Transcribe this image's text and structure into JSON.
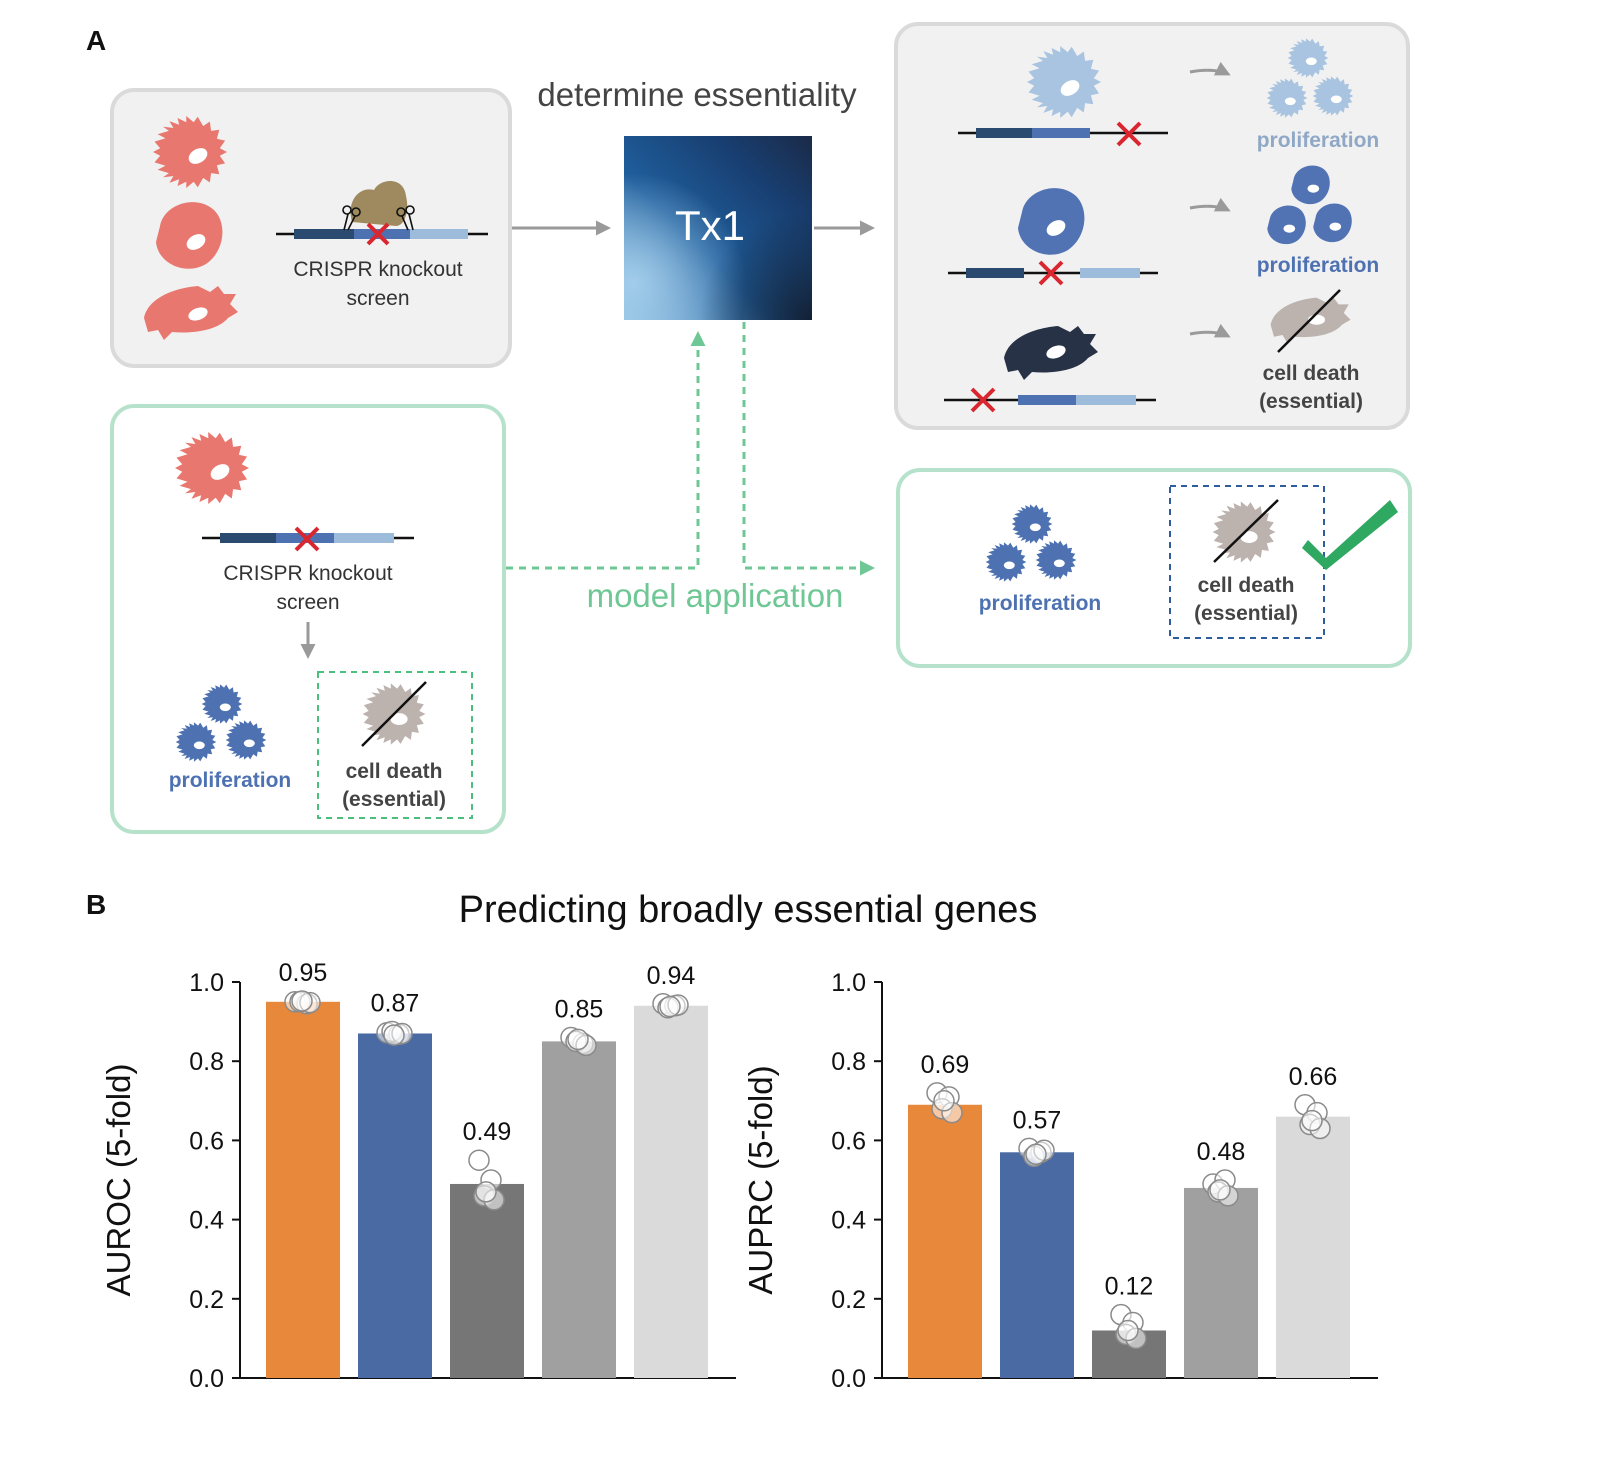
{
  "panel_a": {
    "label": "A",
    "top_label": "determine essentiality",
    "model_name": "Tx1",
    "crispr_line1": "CRISPR knockout",
    "crispr_line2": "screen",
    "app_label": "model application",
    "outcome_proliferation": "proliferation",
    "outcome_death_line1": "cell death",
    "outcome_death_line2": "(essential)",
    "colors": {
      "cell_red": "#E8786F",
      "blue_dark": "#2B4A6F",
      "blue_mid": "#4E72B1",
      "blue_light": "#9DBCDB",
      "navy": "#273246",
      "grey_cell": "#BDB3AE",
      "green": "#9BD4BA",
      "green_arrow": "#6FC795",
      "check": "#2FA862",
      "cas9": "#9E8A5E",
      "cross": "#D9262F"
    }
  },
  "panel_b": {
    "label": "B",
    "title": "Predicting broadly essential genes"
  },
  "chart_data": [
    {
      "type": "bar",
      "ylabel": "AUROC (5-fold)",
      "ylim": [
        0,
        1.0
      ],
      "yticks": [
        "0.0",
        "0.2",
        "0.4",
        "0.6",
        "0.8",
        "1.0"
      ],
      "values": [
        0.95,
        0.87,
        0.49,
        0.85,
        0.94
      ],
      "value_labels": [
        "0.95",
        "0.87",
        "0.49",
        "0.85",
        "0.94"
      ],
      "colors": [
        "#E8883A",
        "#4A6AA3",
        "#767676",
        "#A0A0A0",
        "#DADADA"
      ],
      "folds": [
        [
          0.95,
          0.945,
          0.95,
          0.948,
          0.952
        ],
        [
          0.872,
          0.868,
          0.875,
          0.87,
          0.866
        ],
        [
          0.55,
          0.5,
          0.46,
          0.45,
          0.47
        ],
        [
          0.86,
          0.845,
          0.85,
          0.84,
          0.855
        ],
        [
          0.945,
          0.94,
          0.935,
          0.942,
          0.938
        ]
      ],
      "grid": false
    },
    {
      "type": "bar",
      "ylabel": "AUPRC (5-fold)",
      "ylim": [
        0,
        1.0
      ],
      "yticks": [
        "0.0",
        "0.2",
        "0.4",
        "0.6",
        "0.8",
        "1.0"
      ],
      "values": [
        0.69,
        0.57,
        0.12,
        0.48,
        0.66
      ],
      "value_labels": [
        "0.69",
        "0.57",
        "0.12",
        "0.48",
        "0.66"
      ],
      "colors": [
        "#E8883A",
        "#4A6AA3",
        "#767676",
        "#A0A0A0",
        "#DADADA"
      ],
      "folds": [
        [
          0.72,
          0.71,
          0.68,
          0.67,
          0.7
        ],
        [
          0.58,
          0.57,
          0.56,
          0.575,
          0.565
        ],
        [
          0.16,
          0.14,
          0.11,
          0.1,
          0.12
        ],
        [
          0.49,
          0.5,
          0.47,
          0.46,
          0.475
        ],
        [
          0.69,
          0.67,
          0.64,
          0.63,
          0.65
        ]
      ],
      "grid": false
    }
  ]
}
